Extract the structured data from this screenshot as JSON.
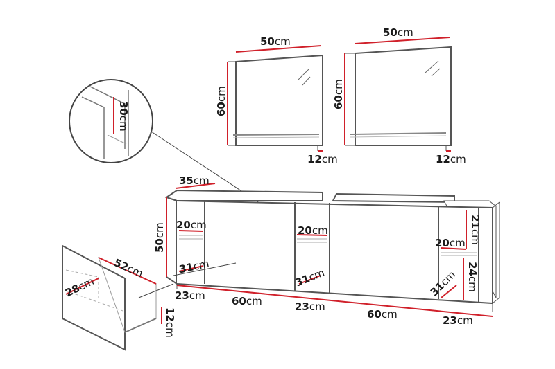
{
  "colors": {
    "dimension_line": "#d0202a",
    "outline": "#555555"
  },
  "mirrors": [
    {
      "width": {
        "num": "50",
        "unit": "cm"
      },
      "height": {
        "num": "60",
        "unit": "cm"
      },
      "shelf": {
        "num": "12",
        "unit": "cm"
      }
    },
    {
      "width": {
        "num": "50",
        "unit": "cm"
      },
      "height": {
        "num": "60",
        "unit": "cm"
      },
      "shelf": {
        "num": "12",
        "unit": "cm"
      }
    }
  ],
  "detail_circle": {
    "height": {
      "num": "30",
      "unit": "cm"
    }
  },
  "cabinet": {
    "depth": {
      "num": "35",
      "unit": "cm"
    },
    "height": {
      "num": "50",
      "unit": "cm"
    },
    "left_shelf": {
      "upper": {
        "num": "20",
        "unit": "cm"
      },
      "depth": {
        "num": "31",
        "unit": "cm"
      }
    },
    "mid_shelf": {
      "upper": {
        "num": "20",
        "unit": "cm"
      },
      "depth": {
        "num": "31",
        "unit": "cm"
      }
    },
    "right_shelf": {
      "upper": {
        "num": "20",
        "unit": "cm"
      },
      "depth": {
        "num": "31",
        "unit": "cm"
      },
      "h_top": {
        "num": "21",
        "unit": "cm"
      },
      "h_bottom": {
        "num": "24",
        "unit": "cm"
      }
    },
    "bottom": [
      {
        "num": "23",
        "unit": "cm"
      },
      {
        "num": "60",
        "unit": "cm"
      },
      {
        "num": "23",
        "unit": "cm"
      },
      {
        "num": "60",
        "unit": "cm"
      },
      {
        "num": "23",
        "unit": "cm"
      }
    ]
  },
  "drawer": {
    "width": {
      "num": "52",
      "unit": "cm"
    },
    "depth": {
      "num": "28",
      "unit": "cm"
    },
    "height": {
      "num": "12",
      "unit": "cm"
    }
  }
}
